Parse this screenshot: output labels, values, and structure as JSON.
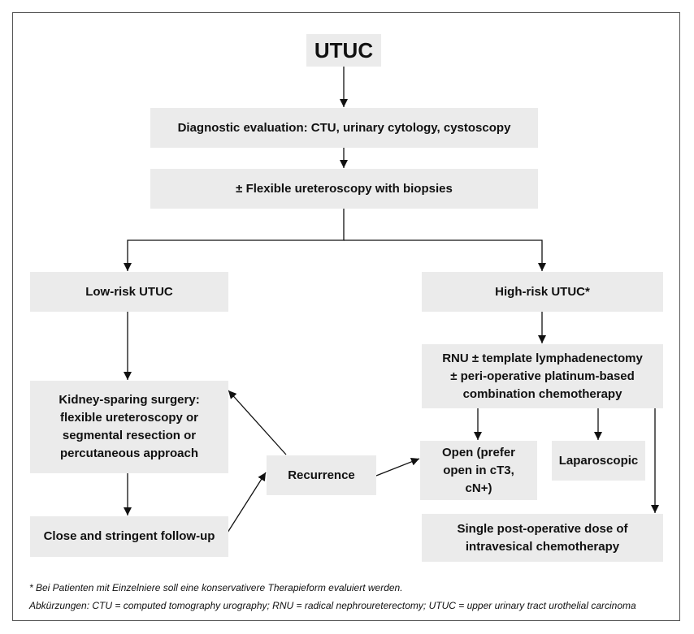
{
  "nodes": {
    "utuc": "UTUC",
    "diagnostic": "Diagnostic evaluation: CTU, urinary cytology, cystoscopy",
    "ureteroscopy": "± Flexible ureteroscopy with biopsies",
    "low_risk": "Low-risk UTUC",
    "high_risk": "High-risk UTUC*",
    "kidney_sparing": "Kidney-sparing surgery: flexible ureteroscopy or segmental resection or percutaneous approach",
    "rnu": "RNU ± template lymphadenectomy ± peri-operative platinum-based combination chemotherapy",
    "recurrence": "Recurrence",
    "open": "Open (prefer open in cT3, cN+)",
    "laparoscopic": "Laparoscopic",
    "follow_up": "Close and stringent follow-up",
    "single_dose": "Single post-operative dose of intravesical chemotherapy"
  },
  "footnotes": {
    "asterisk": "* Bei Patienten mit Einzelniere soll eine konservativere Therapieform evaluiert werden.",
    "abbreviations": "Abkürzungen: CTU = computed tomography urography; RNU = radical nephroureterectomy; UTUC = upper urinary tract urothelial carcinoma"
  }
}
